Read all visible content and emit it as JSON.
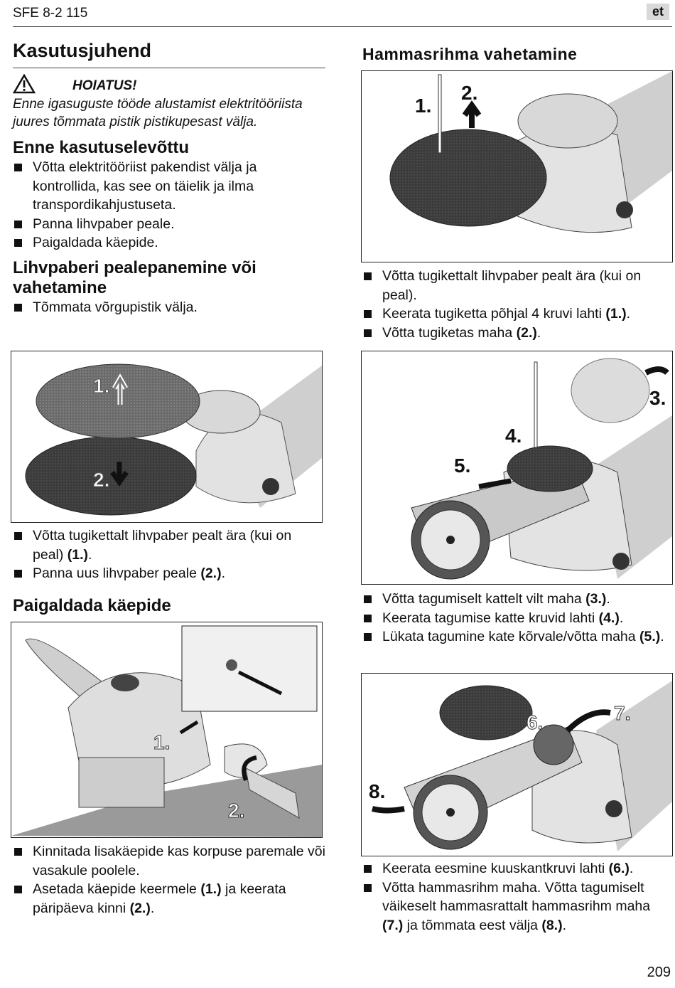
{
  "header": {
    "model": "SFE 8-2 115",
    "lang": "et"
  },
  "left": {
    "title": "Kasutusjuhend",
    "warning": {
      "title": "HOIATUS!",
      "text": "Enne igasuguste tööde alustamist elektri­tööriista juures tõmmata pistik pistikupesast välja."
    },
    "s1": {
      "heading": "Enne kasutuselevõttu",
      "items": [
        "Võtta elektritööriist pakendist välja ja kontrollida, kas see on täielik ja ilma transpordikahjustuseta.",
        "Panna lihvpaber peale.",
        "Paigaldada käepide."
      ]
    },
    "s2": {
      "heading": "Lihvpaberi pealepanemine või vahetamine",
      "items": [
        "Tõmmata võrgupistik välja."
      ]
    },
    "fig1": {
      "l1": "1.",
      "l2": "2."
    },
    "s2b": {
      "items": [
        {
          "text": "Võtta tugikettalt lihvpaber pealt ära (kui on peal) ",
          "ref": "(1.)",
          "end": "."
        },
        {
          "text": "Panna uus lihvpaber peale ",
          "ref": "(2.)",
          "end": "."
        }
      ]
    },
    "s3": {
      "heading": "Paigaldada käepide"
    },
    "fig2": {
      "l1": "1.",
      "l2": "2."
    },
    "s3b": {
      "items": [
        {
          "text": "Kinnitada lisakäepide kas korpuse paremale või vasakule poolele.",
          "ref": "",
          "end": ""
        },
        {
          "text": "Asetada käepide keermele ",
          "ref": "(1.)",
          "mid": " ja keerata päripäeva kinni ",
          "ref2": "(2.)",
          "end": "."
        }
      ]
    }
  },
  "right": {
    "title": "Hammasrihma vahetamine",
    "fig3": {
      "l1": "1.",
      "l2": "2."
    },
    "b1": [
      {
        "text": "Võtta tugikettalt lihvpaber pealt ära (kui on peal).",
        "ref": "",
        "end": ""
      },
      {
        "text": "Keerata tugiketta põhjal 4 kruvi lahti ",
        "ref": "(1.)",
        "end": "."
      },
      {
        "text": "Võtta tugiketas maha ",
        "ref": "(2.)",
        "end": "."
      }
    ],
    "fig4": {
      "l3": "3.",
      "l4": "4.",
      "l5": "5."
    },
    "b2": [
      {
        "text": "Võtta tagumiselt kattelt vilt maha ",
        "ref": "(3.)",
        "end": "."
      },
      {
        "text": "Keerata tagumise katte kruvid lahti ",
        "ref": "(4.)",
        "end": "."
      },
      {
        "text": "Lükata tagumine kate kõrvale/võtta maha ",
        "ref": "(5.)",
        "end": "."
      }
    ],
    "fig5": {
      "l6": "6.",
      "l7": "7.",
      "l8": "8."
    },
    "b3": [
      {
        "text": "Keerata eesmine kuuskantkruvi lahti ",
        "ref": "(6.)",
        "end": "."
      },
      {
        "text": "Võtta hammasrihm maha. Võtta tagumi­selt väikeselt hammasrattalt hammasrihm maha ",
        "ref": "(7.)",
        "mid": " ja tõmmata eest välja ",
        "ref2": "(8.)",
        "end": "."
      }
    ]
  },
  "footer": {
    "page": "209"
  }
}
